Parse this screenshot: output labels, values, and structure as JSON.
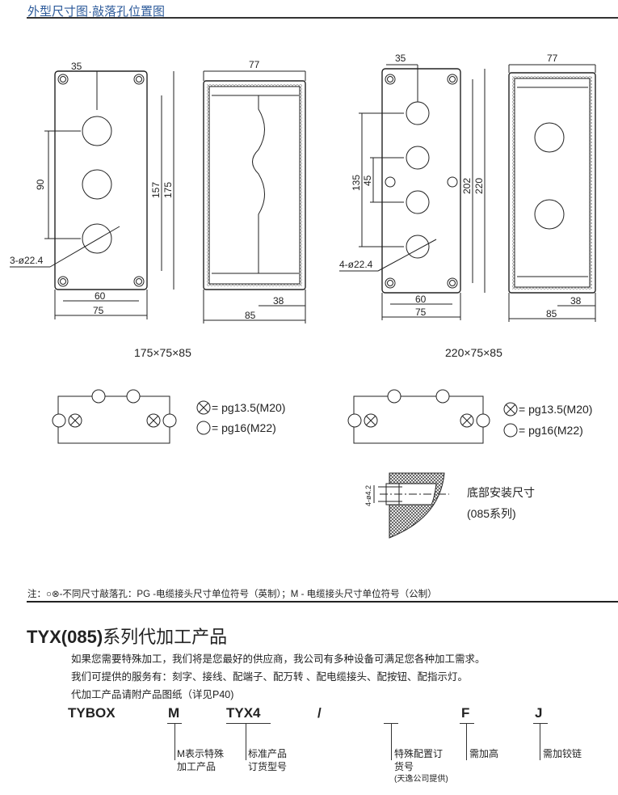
{
  "title": "外型尺寸图·敲落孔位置图",
  "drawing_a": {
    "front": {
      "d35": "35",
      "d90": "90",
      "d157": "157",
      "d175": "175",
      "d60": "60",
      "d75": "75",
      "holes": "3-ø22.4"
    },
    "side": {
      "d77": "77",
      "d38": "38",
      "d85": "85"
    },
    "caption": "175×75×85"
  },
  "drawing_b": {
    "front": {
      "d35": "35",
      "d135": "135",
      "d45": "45",
      "d202": "202",
      "d220": "220",
      "d60": "60",
      "d75": "75",
      "holes": "4-ø22.4"
    },
    "side": {
      "d77": "77",
      "d38": "38",
      "d85": "85"
    },
    "caption": "220×75×85"
  },
  "legend": {
    "pg135": "= pg13.5(M20)",
    "pg16": "= pg16(M22)"
  },
  "mount": {
    "dim": "4-ø4.2",
    "title": "底部安装尺寸",
    "series": "(085系列)"
  },
  "note": "注：○⊗-不同尺寸敲落孔：PG -电缆接头尺寸单位符号（英制）；M - 电缆接头尺寸单位符号（公制）",
  "heading": {
    "bold": "TYX(085)",
    "rest": "系列代加工产品"
  },
  "paragraphs": [
    "如果您需要特殊加工，我们将是您最好的供应商，我公司有多种设备可满足您各种加工需求。",
    "我们可提供的服务有：刻字、接线、配端子、配万转 、配电缆接头、配按钮、配指示灯。",
    "代加工产品请附产品图纸（详见P40)"
  ],
  "code": {
    "parts": [
      "TYBOX",
      "M",
      "TYX4",
      "/",
      "F",
      "J"
    ],
    "labels": {
      "m": [
        "M表示特殊",
        "加工产品"
      ],
      "tyx4": [
        "标准产品",
        "订货型号"
      ],
      "special": [
        "特殊配置订",
        "货号",
        "(天逸公司提供)"
      ],
      "f": "需加高",
      "j": "需加铰链"
    }
  }
}
